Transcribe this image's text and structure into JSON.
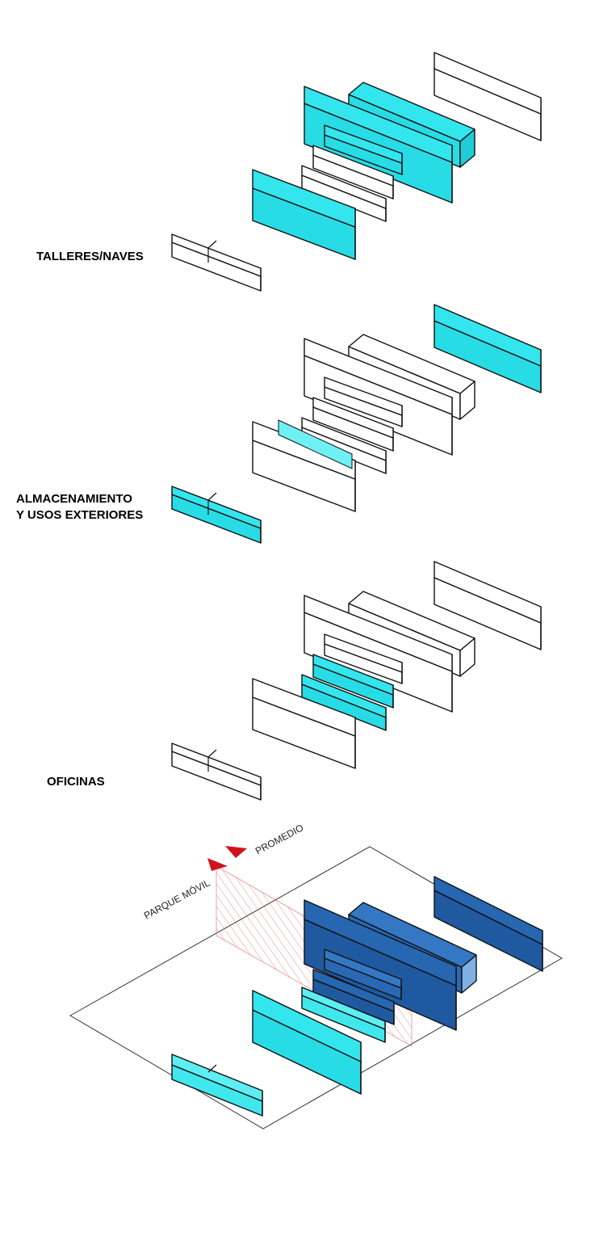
{
  "diagrams": [
    {
      "id": "talleres",
      "label_lines": [
        "TALLERES/NAVES"
      ],
      "highlight_color": "#3ee8f0"
    },
    {
      "id": "almacenamiento",
      "label_lines": [
        "ALMACENAMIENTO",
        "Y USOS EXTERIORES"
      ],
      "highlight_color": "#3ee8f0"
    },
    {
      "id": "oficinas",
      "label_lines": [
        "OFICINAS"
      ],
      "highlight_color": "#3ee8f0"
    }
  ],
  "summary": {
    "markers": [
      "PARQUE MÓVIL",
      "PROMEDIO"
    ],
    "marker_color": "#d0141e",
    "dark_blue": "#2a6bb5",
    "light_cyan": "#3ef0f0"
  }
}
